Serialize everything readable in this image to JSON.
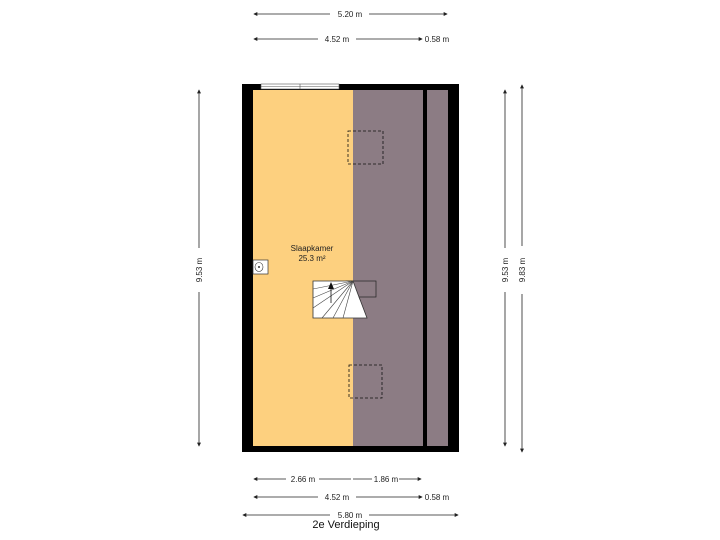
{
  "plan": {
    "title": "2e Verdieping",
    "room": {
      "name": "Slaapkamer",
      "area": "25.3 m²"
    },
    "dimensions": {
      "top_total": "5.20 m",
      "top_left": "4.52 m",
      "top_right": "0.58 m",
      "left_height": "9.53 m",
      "right_inner_height": "9.53 m",
      "right_outer_height": "9.83 m",
      "bottom_room": "2.66 m",
      "bottom_slope": "1.86 m",
      "bottom_left": "4.52 m",
      "bottom_right": "0.58 m",
      "bottom_total": "5.80 m"
    },
    "colors": {
      "room_fill": "#fdd07f",
      "slope_fill": "#8c7c84",
      "wall": "#000000",
      "dimension_line": "#222222"
    }
  }
}
